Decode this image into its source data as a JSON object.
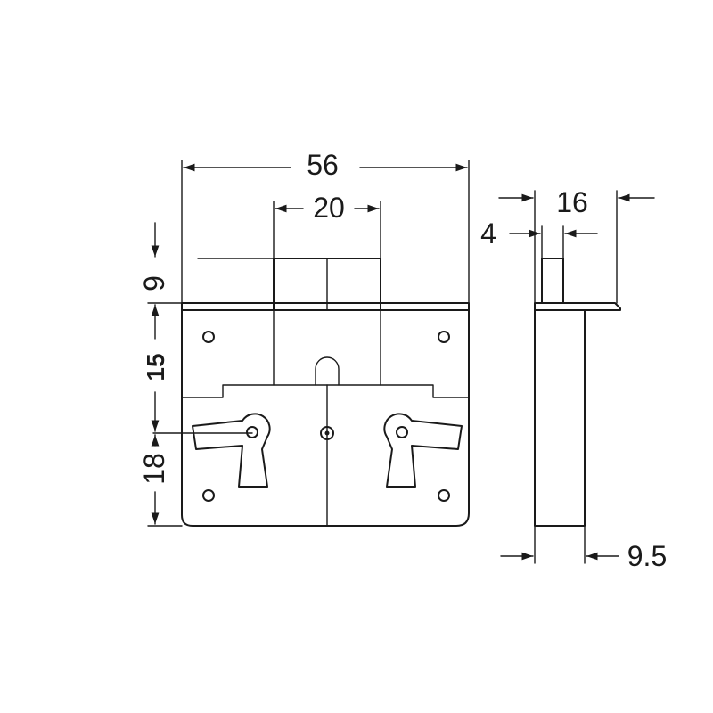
{
  "dimensions": {
    "overall_width": "56",
    "bolt_width": "20",
    "bolt_throw": "9",
    "upper_height": "15",
    "lower_height": "18",
    "side_total_depth": "16",
    "side_bolt_depth": "4",
    "side_body_depth": "9.5"
  },
  "colors": {
    "line": "#1a1a1a",
    "background": "#ffffff"
  }
}
